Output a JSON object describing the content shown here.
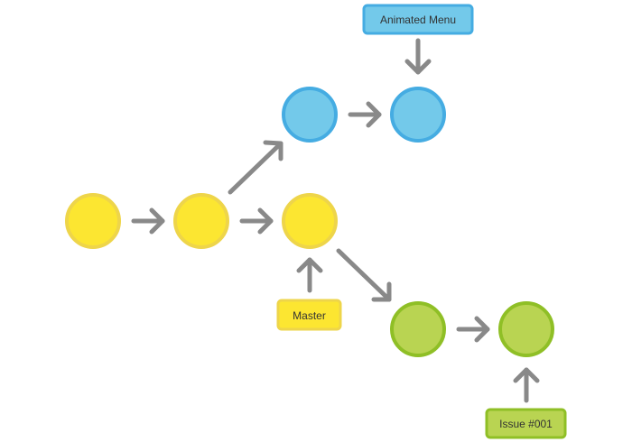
{
  "colors": {
    "master_fill": "#FCE631",
    "master_stroke": "#EED54A",
    "feature_fill": "#73C9EA",
    "feature_stroke": "#45ACE2",
    "issue_fill": "#B9D452",
    "issue_stroke": "#8FBF26",
    "arrow": "#898989",
    "label_text": "#333333"
  },
  "branches": {
    "feature": {
      "label": "Animated Menu"
    },
    "master": {
      "label": "Master"
    },
    "issue": {
      "label": "Issue #001"
    }
  }
}
